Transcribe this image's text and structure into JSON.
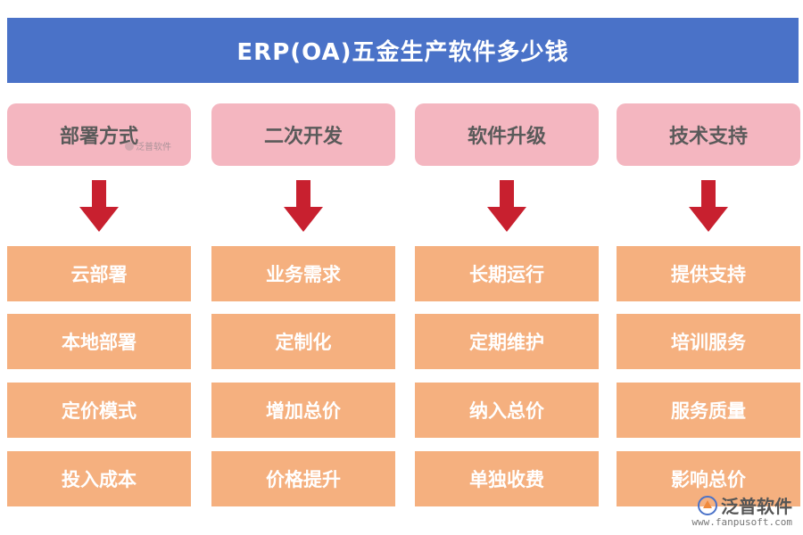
{
  "title": "ERP(OA)五金生产软件多少钱",
  "watermark": {
    "small_brand": "泛普软件",
    "brand_name": "泛普软件",
    "url": "www.fanpusoft.com"
  },
  "colors": {
    "title_bg": "#4a72c8",
    "header_bg": "#f4b6c0",
    "item_bg": "#f5b07f",
    "arrow": "#c8202f"
  },
  "columns": [
    {
      "header": "部署方式",
      "items": [
        "云部署",
        "本地部署",
        "定价模式",
        "投入成本"
      ]
    },
    {
      "header": "二次开发",
      "items": [
        "业务需求",
        "定制化",
        "增加总价",
        "价格提升"
      ]
    },
    {
      "header": "软件升级",
      "items": [
        "长期运行",
        "定期维护",
        "纳入总价",
        "单独收费"
      ]
    },
    {
      "header": "技术支持",
      "items": [
        "提供支持",
        "培训服务",
        "服务质量",
        "影响总价"
      ]
    }
  ]
}
